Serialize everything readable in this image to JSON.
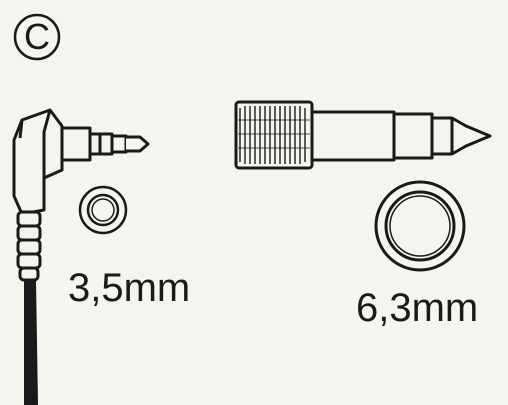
{
  "figure": {
    "marker": "C",
    "small_jack": {
      "label": "3,5mm"
    },
    "large_plug": {
      "label": "6,3mm"
    }
  },
  "colors": {
    "ink": "#1a1a1a",
    "paper": "#f6f4ef"
  }
}
